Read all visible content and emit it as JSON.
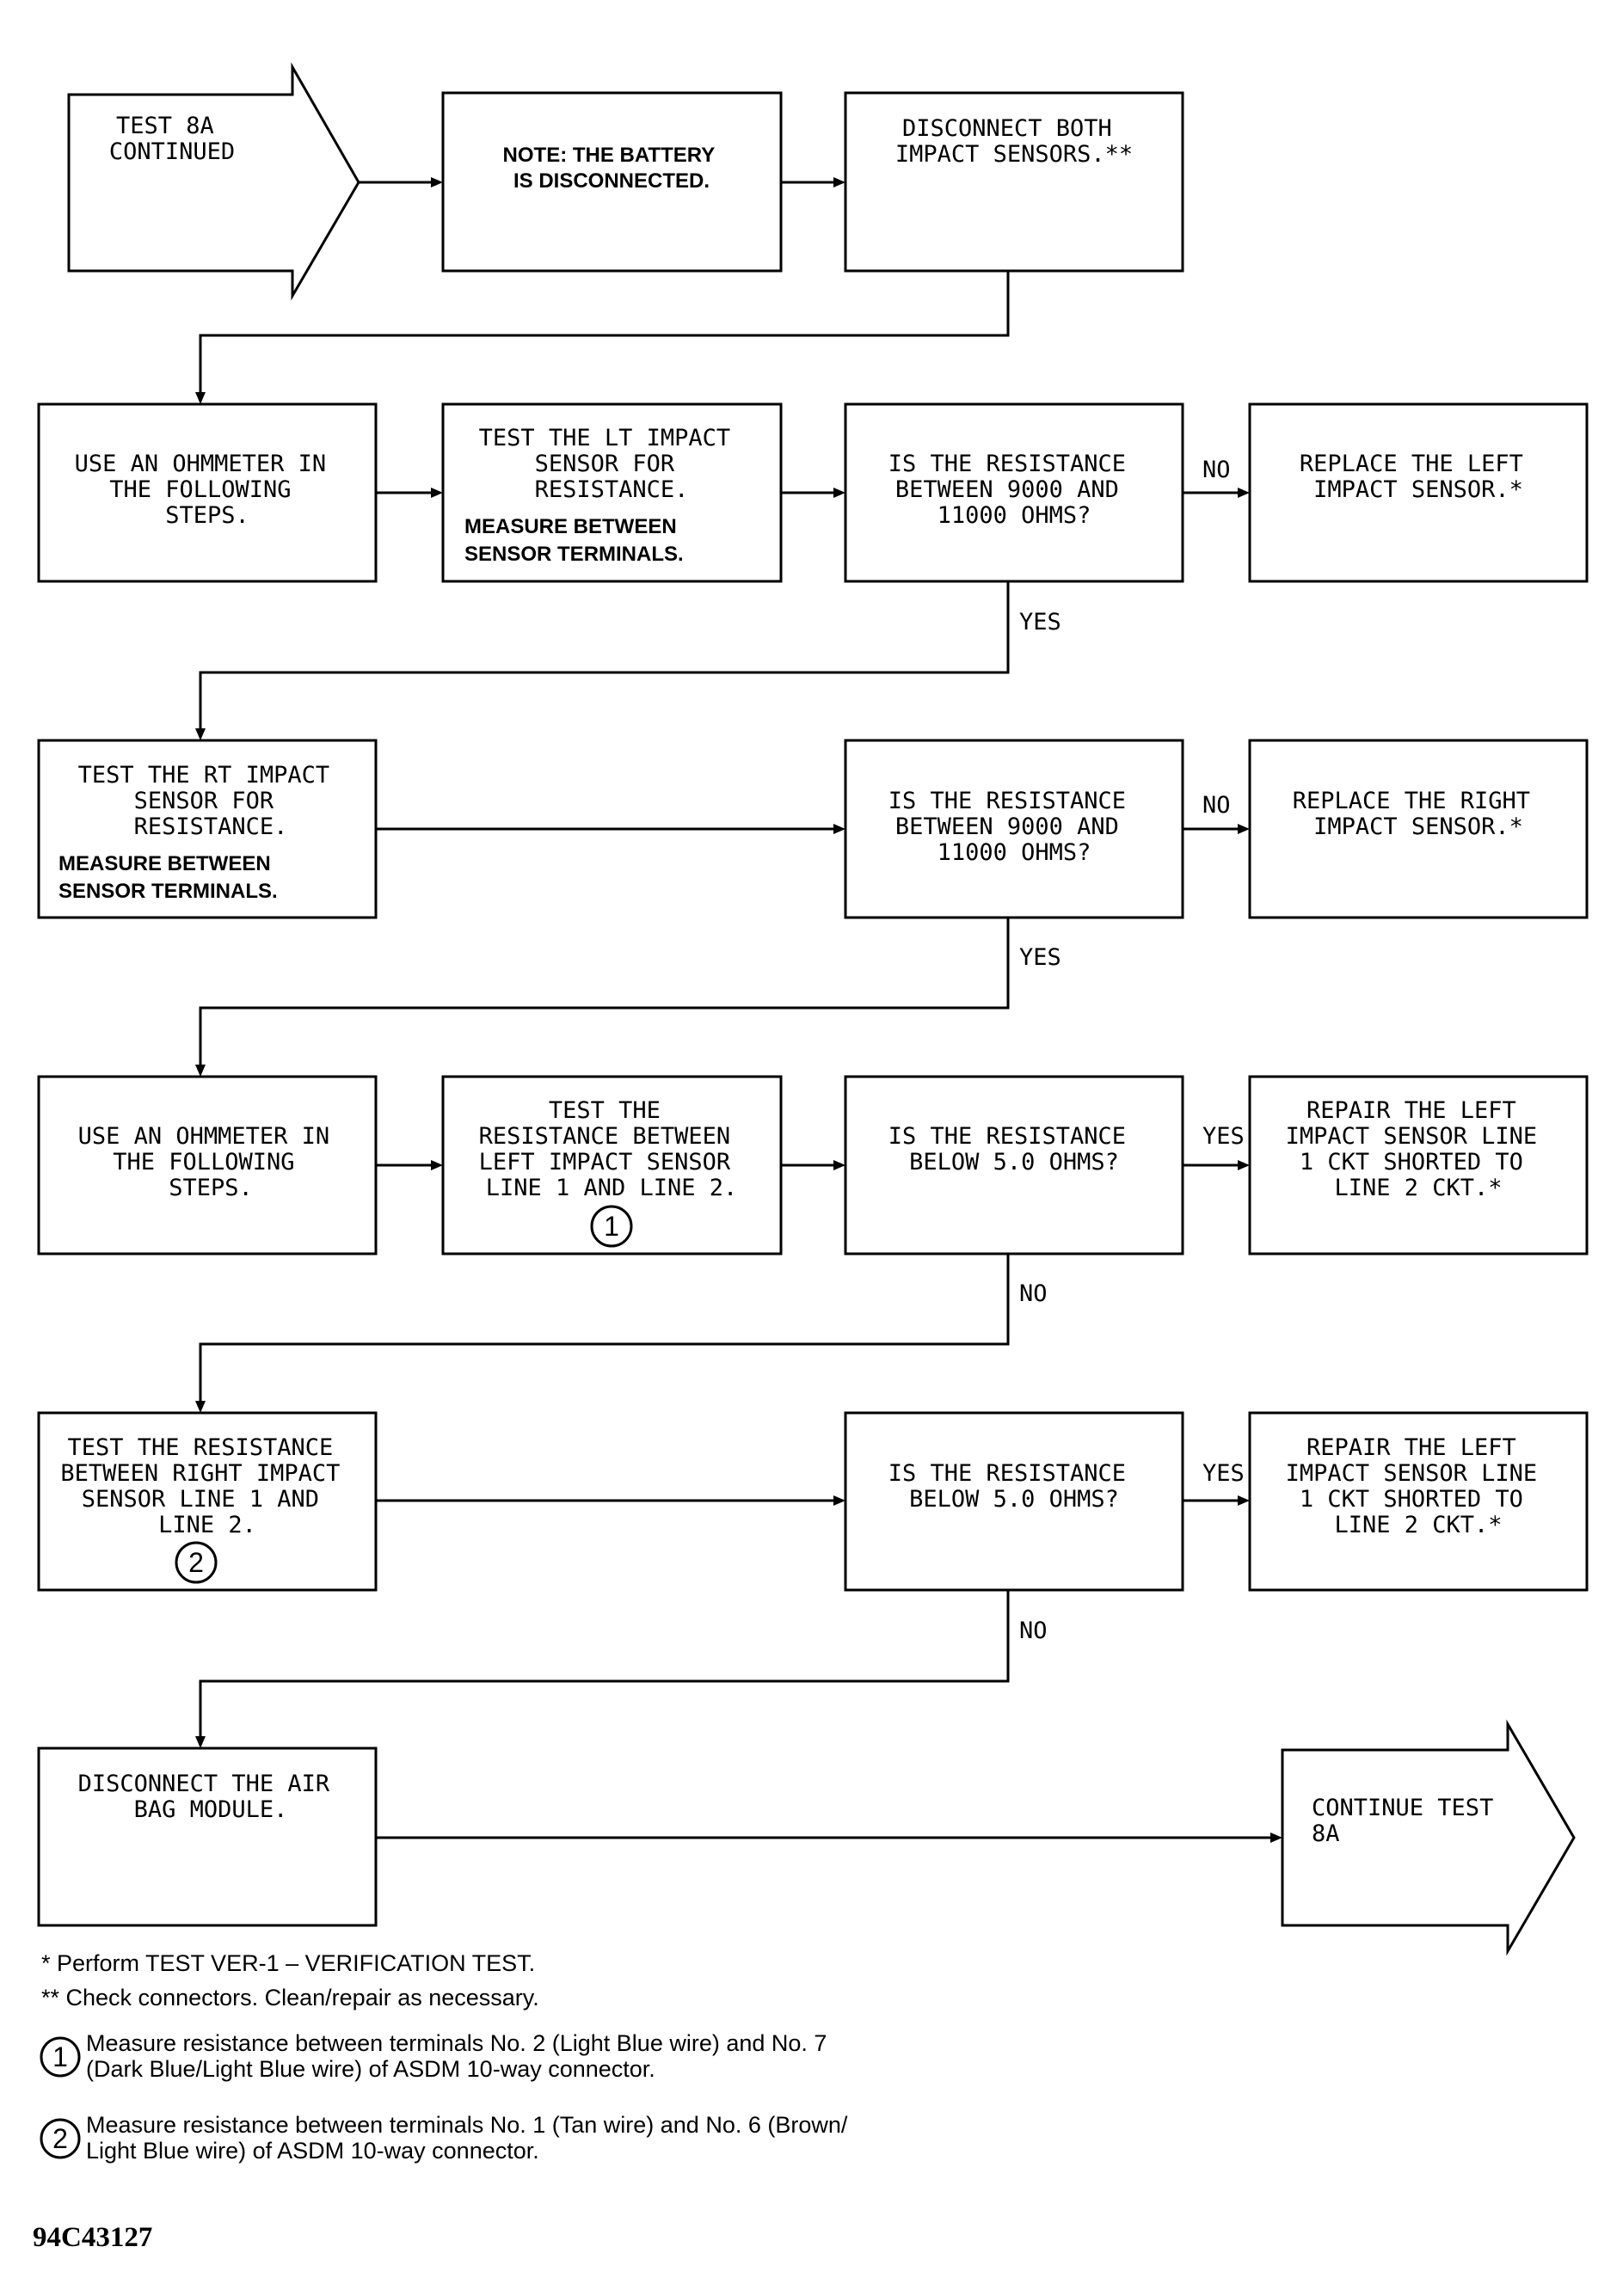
{
  "row1": {
    "test_8a_continued": [
      "TEST 8A",
      "CONTINUED"
    ],
    "note": [
      "NOTE: THE BATTERY",
      "IS DISCONNECTED."
    ],
    "disconnect_sensors": [
      "DISCONNECT BOTH",
      "IMPACT SENSORS.**"
    ]
  },
  "row2": {
    "use_ohmmeter": [
      "USE AN OHMMETER IN",
      "THE FOLLOWING",
      "STEPS."
    ],
    "test_lt": [
      "TEST THE LT IMPACT",
      "SENSOR FOR",
      "RESISTANCE."
    ],
    "test_lt_note": [
      "MEASURE BETWEEN",
      "SENSOR TERMINALS."
    ],
    "question": [
      "IS THE RESISTANCE",
      "BETWEEN 9000 AND",
      "11000 OHMS?"
    ],
    "no_label": "NO",
    "replace_left": [
      "REPLACE THE LEFT",
      "IMPACT SENSOR.*"
    ],
    "yes_label": "YES"
  },
  "row3": {
    "test_rt": [
      "TEST THE RT IMPACT",
      "SENSOR FOR",
      "RESISTANCE."
    ],
    "test_rt_note": [
      "MEASURE BETWEEN",
      "SENSOR TERMINALS."
    ],
    "question": [
      "IS THE RESISTANCE",
      "BETWEEN 9000 AND",
      "11000 OHMS?"
    ],
    "no_label": "NO",
    "replace_right": [
      "REPLACE THE RIGHT",
      "IMPACT SENSOR.*"
    ],
    "yes_label": "YES"
  },
  "row4": {
    "use_ohmmeter": [
      "USE AN OHMMETER IN",
      "THE FOLLOWING",
      "STEPS."
    ],
    "test_left_lines": [
      "TEST THE",
      "RESISTANCE BETWEEN",
      "LEFT IMPACT SENSOR",
      "LINE 1 AND LINE 2."
    ],
    "marker": "1",
    "question": [
      "IS THE RESISTANCE",
      "BELOW 5.0 OHMS?"
    ],
    "yes_label": "YES",
    "repair": [
      "REPAIR THE LEFT",
      "IMPACT SENSOR LINE",
      "1 CKT SHORTED TO",
      "LINE 2 CKT.*"
    ],
    "no_label": "NO"
  },
  "row5": {
    "test_right_lines": [
      "TEST THE RESISTANCE",
      "BETWEEN RIGHT IMPACT",
      "SENSOR LINE 1 AND",
      "LINE 2."
    ],
    "marker": "2",
    "question": [
      "IS THE RESISTANCE",
      "BELOW 5.0 OHMS?"
    ],
    "yes_label": "YES",
    "repair": [
      "REPAIR THE LEFT",
      "IMPACT SENSOR LINE",
      "1 CKT SHORTED TO",
      "LINE 2 CKT.*"
    ],
    "no_label": "NO"
  },
  "row6": {
    "disconnect_airbag": [
      "DISCONNECT THE AIR",
      "BAG MODULE."
    ],
    "continue": [
      "CONTINUE TEST",
      "8A"
    ]
  },
  "footnotes": {
    "star": "* Perform TEST VER-1 – VERIFICATION TEST.",
    "double_star": "** Check connectors. Clean/repair as necessary.",
    "note1_marker": "1",
    "note1": [
      "Measure resistance between terminals No. 2 (Light Blue wire) and No. 7",
      "(Dark Blue/Light Blue wire) of ASDM 10-way connector."
    ],
    "note2_marker": "2",
    "note2": [
      "Measure resistance between terminals No. 1 (Tan wire) and No. 6 (Brown/",
      "Light Blue wire) of ASDM 10-way connector."
    ]
  },
  "figure_code": "94C43127"
}
